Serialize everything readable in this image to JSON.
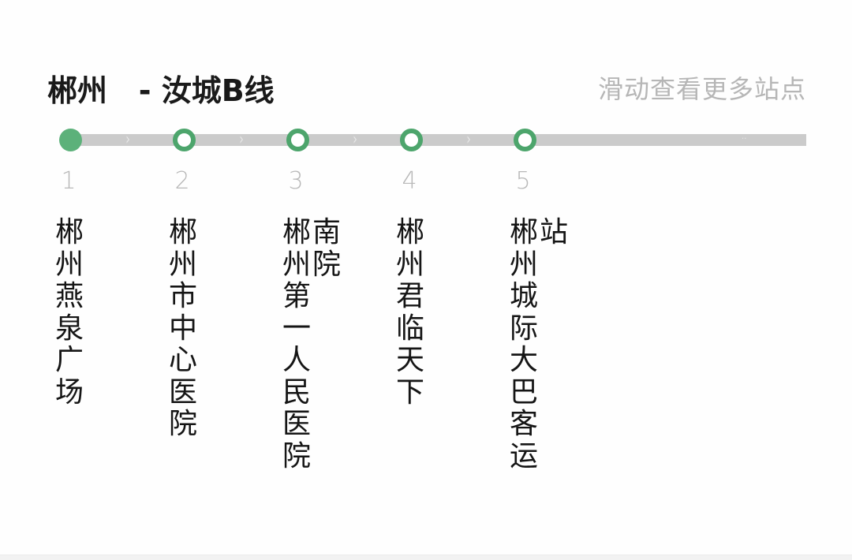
{
  "header": {
    "title": "郴州   - 汝城B线",
    "scroll_hint": "滑动查看更多站点"
  },
  "colors": {
    "accent_green": "#4da56c",
    "current_stop_fill": "#5cb17a",
    "track": "#cbcbcb",
    "muted_text": "#b6b6b6"
  },
  "stops": [
    {
      "number": "1",
      "name": "郴州燕泉广场",
      "col1": [
        "郴",
        "州",
        "燕",
        "泉",
        "广",
        "场"
      ],
      "col2": [],
      "state": "current"
    },
    {
      "number": "2",
      "name": "郴州市中心医院",
      "col1": [
        "郴",
        "州",
        "市",
        "中",
        "心",
        "医",
        "院"
      ],
      "col2": [],
      "state": "future"
    },
    {
      "number": "3",
      "name": "郴州第一人民医院南院",
      "col1": [
        "郴",
        "州",
        "第",
        "一",
        "人",
        "民",
        "医",
        "院"
      ],
      "col2": [
        "南",
        "院"
      ],
      "state": "future"
    },
    {
      "number": "4",
      "name": "郴州君临天下",
      "col1": [
        "郴",
        "州",
        "君",
        "临",
        "天",
        "下"
      ],
      "col2": [],
      "state": "future"
    },
    {
      "number": "5",
      "name": "郴州城际大巴客运站",
      "col1": [
        "郴",
        "州",
        "城",
        "际",
        "大",
        "巴",
        "客",
        "运"
      ],
      "col2": [
        "站"
      ],
      "state": "future"
    }
  ],
  "track": {
    "arrow_glyph": "›",
    "end_mark": "··"
  }
}
